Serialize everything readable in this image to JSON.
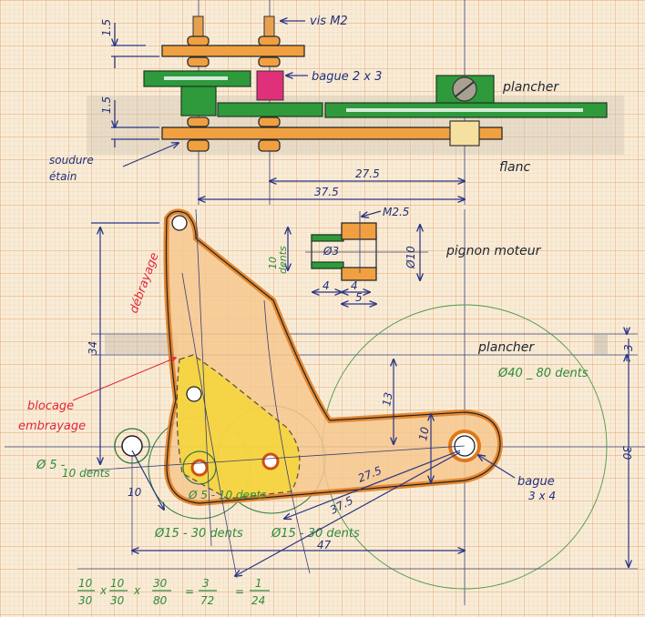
{
  "top_view": {
    "screw_label": "vis M2",
    "spacer_label": "bague 2 x 3",
    "floor_label": "plancher",
    "side_label": "flanc",
    "solder_label_1": "soudure",
    "solder_label_2": "étain",
    "dim_thickness_top": "1.5",
    "dim_thickness_bottom": "1.5",
    "dim_27_5": "27.5",
    "dim_37_5": "37.5"
  },
  "pinion_detail": {
    "thread_label": "M2.5",
    "bore_label": "Ø3",
    "diameter_label": "Ø10",
    "title": "pignon moteur",
    "teeth_label_1": "10",
    "teeth_label_2": "dents",
    "dim_4a": "4",
    "dim_4b": "4",
    "dim_5": "5"
  },
  "front_view": {
    "floor_label": "plancher",
    "dim_3": "3",
    "big_gear_label": "Ø40 _ 80 dents",
    "disengage_label": "débrayage",
    "lock_label_1": "blocage",
    "lock_label_2": "embrayage",
    "small_gear_label_1": "Ø 5 -",
    "small_gear_label_2": "10 dents",
    "mid_gear_label": "Ø 5 - 10 dents",
    "gear15a_label": "Ø15 - 30 dents",
    "gear15b_label": "Ø15 - 30 dents",
    "bushing_label_1": "bague",
    "bushing_label_2": "3 x 4",
    "dim_34": "34",
    "dim_13": "13",
    "dim_10_vert": "10",
    "dim_10": "10",
    "dim_27_5": "27.5",
    "dim_37_5": "37.5",
    "dim_47": "47",
    "dim_30": "30"
  },
  "ratio": {
    "f1_num": "10",
    "f1_den": "30",
    "f2_num": "10",
    "f2_den": "30",
    "f3_num": "30",
    "f3_den": "80",
    "times": "x",
    "equals": "=",
    "r1_num": "3",
    "r1_den": "72",
    "r2_num": "1",
    "r2_den": "24"
  },
  "colors": {
    "paper": "#f8ecd8",
    "brass": "#f0a040",
    "green": "#2e9a3c",
    "pink": "#e0307a",
    "yellow": "#f5d82a",
    "ink": "#23307a"
  }
}
